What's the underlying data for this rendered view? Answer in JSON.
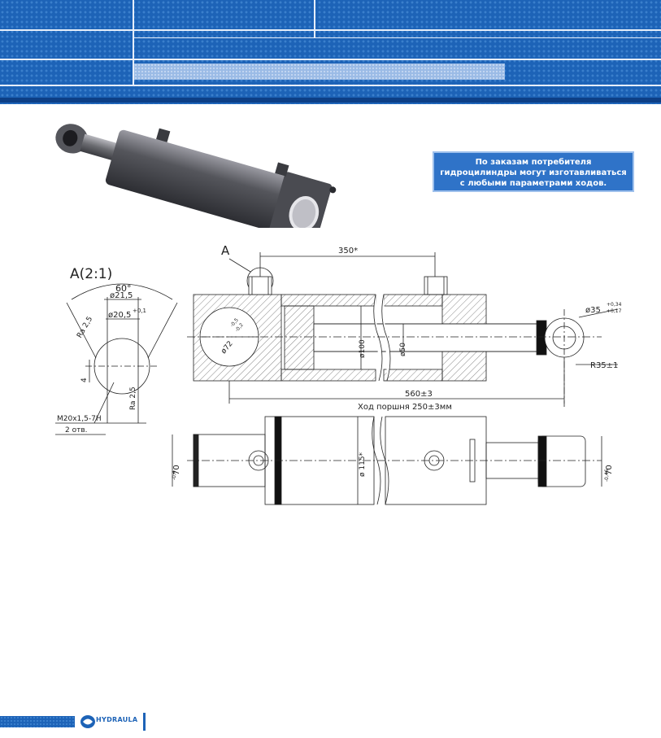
{
  "notice": {
    "line1": "По заказам потребителя",
    "line2": "гидроцилиндры могут изготавливаться",
    "line3": "с любыми параметрами ходов."
  },
  "detail": {
    "title": "А(2:1)",
    "angle": "60°",
    "dia_outer": "ø21,5",
    "dia_inner": "ø20,5",
    "tol": "+0,1",
    "roughness1": "Ra 2,5",
    "roughness2": "Ra 2,5",
    "depth": "4",
    "thread": "М20х1,5-7Н",
    "count": "2 отв."
  },
  "section": {
    "callout": "А",
    "port_distance": "350*",
    "bore": "ø72",
    "bore_tol_upper": "-0,5",
    "bore_tol_lower": "-0,2",
    "cyl_dia": "ø100",
    "rod_dia": "ø50",
    "eye_dia": "ø35",
    "eye_tol_upper": "+0,34",
    "eye_tol_lower": "+0,17",
    "radius": "R35±1",
    "length": "560±3",
    "stroke": "Ход поршня 250±3мм"
  },
  "plan": {
    "width_left": "70",
    "width_left_tol": "-0,4",
    "outer_dia": "ø 115*",
    "width_right": "70",
    "width_right_tol": "-0,46"
  },
  "footer": {
    "brand": "HYDRAULA"
  },
  "colors": {
    "header_blue": "#1d63b7",
    "notice_blue": "#2f73c8"
  }
}
